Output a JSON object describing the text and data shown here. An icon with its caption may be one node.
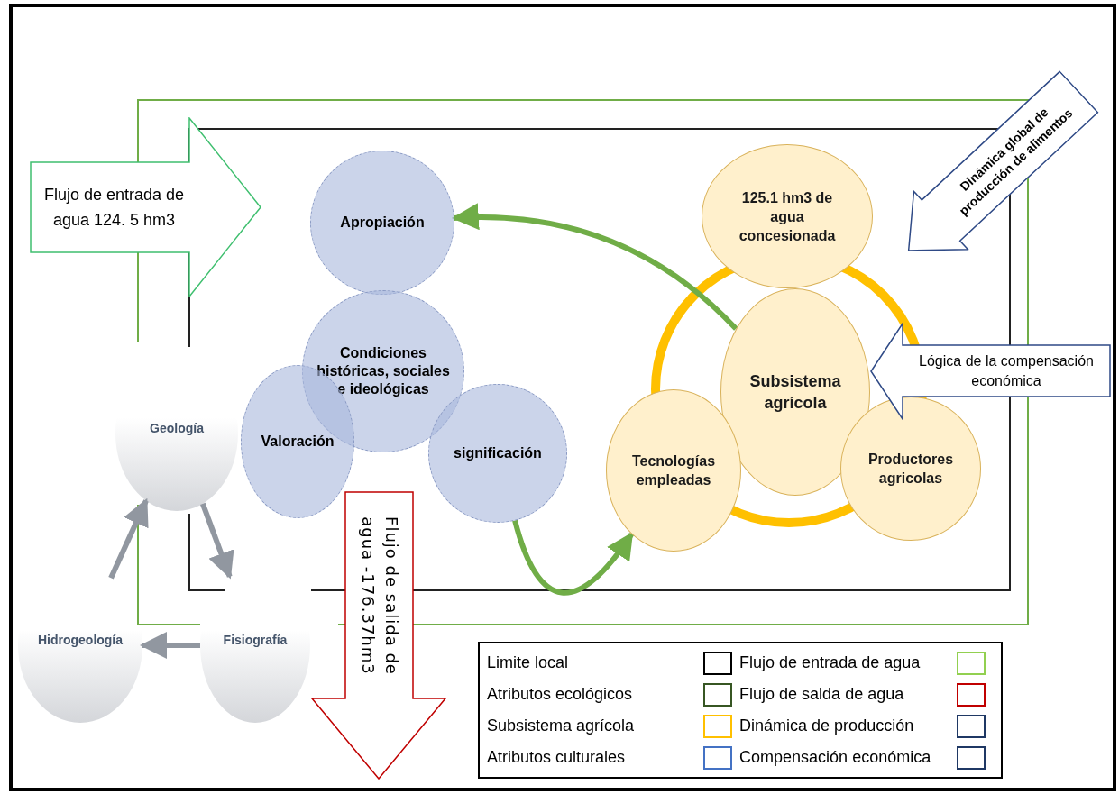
{
  "diagram": {
    "nodes": [
      {
        "text": [
          "Flujo de entrada de agua 124. 5 hm3"
        ]
      },
      {
        "text": [
          "Apropiación"
        ]
      },
      {
        "text": [
          "Condiciones históricas, sociales e ideológicas"
        ]
      },
      {
        "text": [
          "Valoración"
        ]
      },
      {
        "text": [
          "significación"
        ]
      },
      {
        "text": [
          "125.1 hm3  de agua concesionada"
        ]
      },
      {
        "text": [
          "Subsistema agrícola"
        ]
      },
      {
        "text": [
          "Tecnologías empleadas"
        ]
      },
      {
        "text": [
          "Productores agricolas"
        ]
      },
      {
        "text": [
          "Dinámica global de producción de alimentos"
        ]
      },
      {
        "text": [
          "Lógica de la compensación económica"
        ]
      },
      {
        "text": [
          "Flujo de salida de agua -176.37hm3"
        ]
      },
      {
        "text": [
          "Geología"
        ]
      },
      {
        "text": [
          "Fisiografía"
        ]
      },
      {
        "text": [
          "Hidrogeología"
        ]
      }
    ],
    "edges": [
      {
        "from": 6,
        "to": 1,
        "arrow": "to",
        "color": "#70ad47"
      },
      {
        "from": 4,
        "to": 7,
        "arrow": "to",
        "color": "#70ad47"
      },
      {
        "from": 12,
        "to": 13,
        "arrow": "to",
        "color": "#9197a0"
      },
      {
        "from": 13,
        "to": 14,
        "arrow": "to",
        "color": "#9197a0"
      },
      {
        "from": 14,
        "to": 12,
        "arrow": "to",
        "color": "#9197a0"
      }
    ],
    "legend": [
      {
        "text": "Limite local",
        "color": "#000000"
      },
      {
        "text": "Flujo de entrada de agua",
        "color": "#92d050"
      },
      {
        "text": "Atributos ecológicos",
        "color": "#375623"
      },
      {
        "text": "Flujo de salda de agua",
        "color": "#c00000"
      },
      {
        "text": "Subsistema agrícola",
        "color": "#ffc000"
      },
      {
        "text": "Dinámica de producción",
        "color": "#1f3864"
      },
      {
        "text": "Atributos culturales",
        "color": "#4472c4"
      },
      {
        "text": "Compensación económica",
        "color": "#1f3864"
      }
    ]
  }
}
